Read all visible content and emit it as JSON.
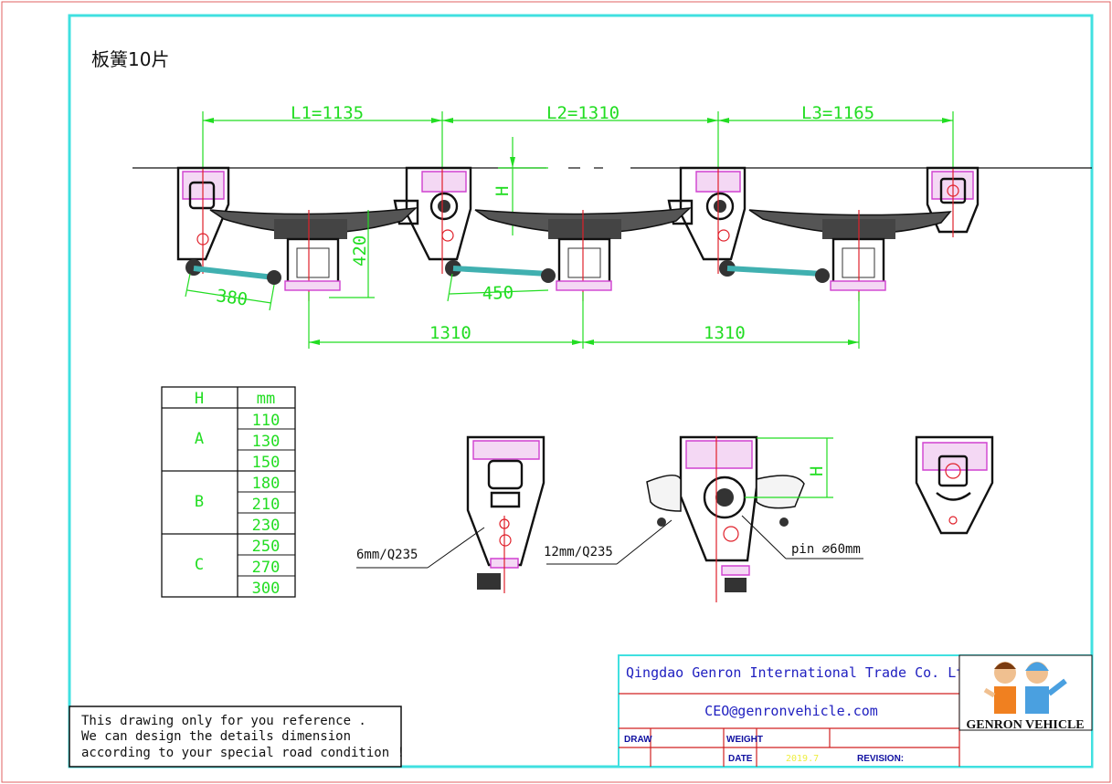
{
  "title": "板簧10片",
  "dimensions": {
    "l1": "L1=1135",
    "l2": "L2=1310",
    "l3": "L3=1165",
    "h": "H",
    "height_420": "420",
    "rod_380": "380",
    "rod_450": "450",
    "axle_spacing_1": "1310",
    "axle_spacing_2": "1310"
  },
  "h_table": {
    "headers": [
      "H",
      "mm"
    ],
    "groups": [
      {
        "label": "A",
        "values": [
          "110",
          "130",
          "150"
        ]
      },
      {
        "label": "B",
        "values": [
          "180",
          "210",
          "230"
        ]
      },
      {
        "label": "C",
        "values": [
          "250",
          "270",
          "300"
        ]
      }
    ]
  },
  "details": {
    "front_hanger_label": "6mm/Q235",
    "middle_hanger_label": "12mm/Q235",
    "pin_label": "pin ∅60mm",
    "h_label": "H"
  },
  "note": {
    "lines": [
      "This drawing only for you reference .",
      "We can design the details dimension",
      "according to your special road condition !"
    ]
  },
  "title_block": {
    "company": "Qingdao Genron International Trade Co. Ltd",
    "email": "CEO@genronvehicle.com",
    "draw_label": "DRAW",
    "weight_label": "WEIGHT",
    "date_label": "DATE",
    "date_value": "2019.7",
    "revision_label": "REVISION:",
    "logo_text": "GENRON VEHICLE"
  },
  "colors": {
    "frame": "#40e0e0",
    "dimension": "#22dd22",
    "centerline": "#e0202a",
    "title_text": "#2020c0"
  }
}
